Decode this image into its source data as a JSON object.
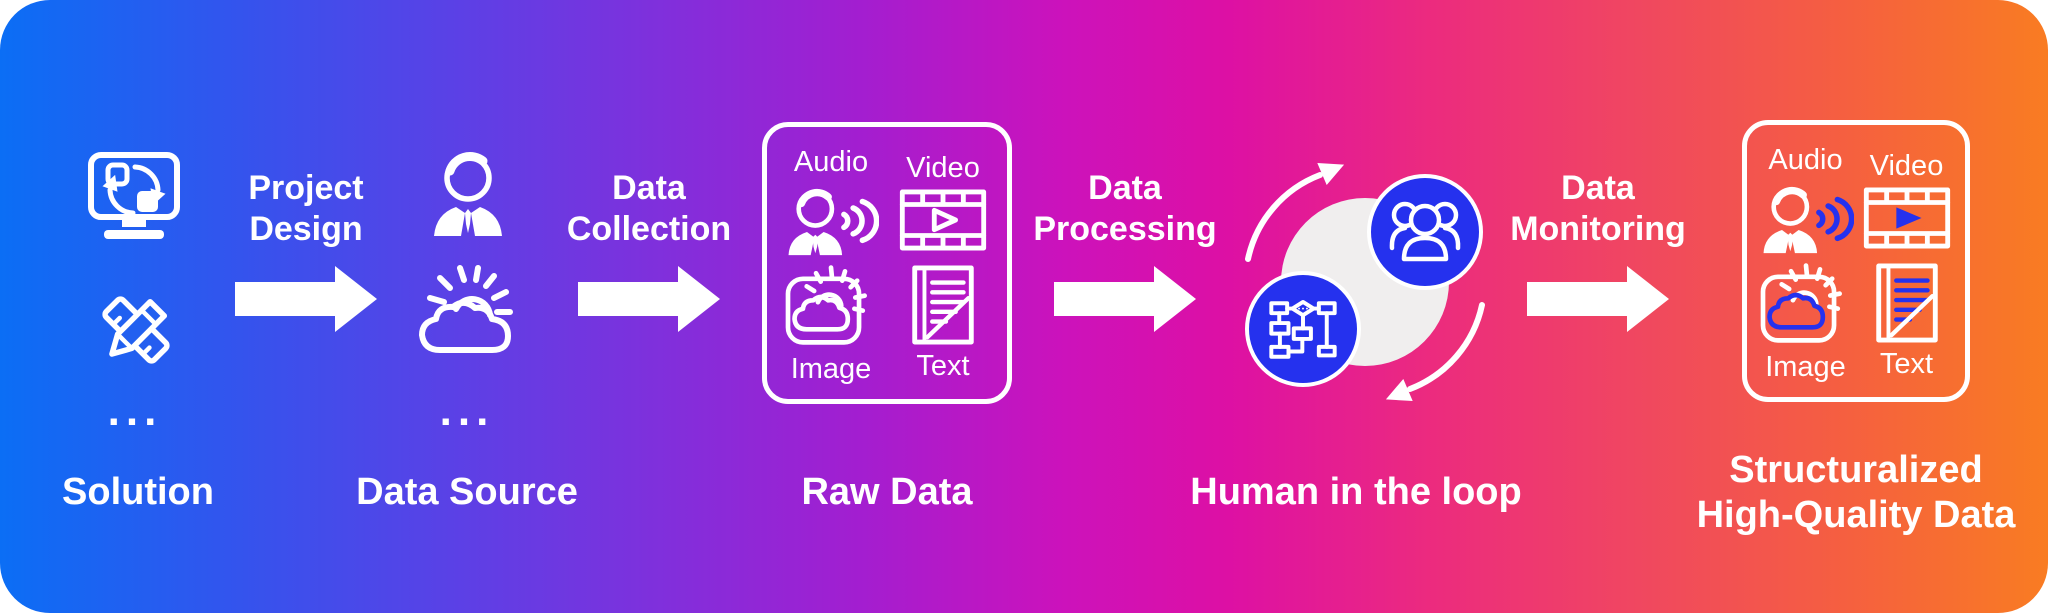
{
  "panel": {
    "accent_blue": "#2531ee",
    "loop_circle_color": "#f0eeee",
    "gradient_stops": [
      "#0b6ef5 0%",
      "#3553ed 12%",
      "#5a41e6 22%",
      "#7f30dc 32%",
      "#a31ed0 42%",
      "#cc12bb 52%",
      "#dd10a4 60%",
      "#ec2b7e 70%",
      "#f04760 80%",
      "#f55f40 90%",
      "#f97c22 100%"
    ],
    "text_color": "#ffffff"
  },
  "stages": {
    "solution": {
      "label": "Solution",
      "ellipsis": "...",
      "icon_names": [
        "monitor-sync-icon",
        "ruler-pencil-icon"
      ]
    },
    "data_source": {
      "label": "Data Source",
      "ellipsis": "...",
      "icon_names": [
        "person-icon",
        "cloud-sun-icon"
      ]
    },
    "raw_data": {
      "label": "Raw Data",
      "items": [
        "Audio",
        "Video",
        "Image",
        "Text"
      ],
      "icon_names": [
        "audio-speaker-person-icon",
        "video-filmstrip-icon",
        "image-cloud-sun-icon",
        "text-document-icon"
      ]
    },
    "human_in_the_loop": {
      "label": "Human in the loop",
      "icon_names": [
        "people-group-icon",
        "flowchart-icon",
        "cycle-arrows-icon"
      ]
    },
    "structuralized": {
      "label_line1": "Structuralized",
      "label_line2": "High-Quality Data",
      "items": [
        "Audio",
        "Video",
        "Image",
        "Text"
      ],
      "icon_names": [
        "audio-speaker-person-icon",
        "video-filmstrip-icon",
        "image-cloud-sun-icon",
        "text-document-icon"
      ]
    }
  },
  "arrows": [
    {
      "line1": "Project",
      "line2": "Design"
    },
    {
      "line1": "Data",
      "line2": "Collection"
    },
    {
      "line1": "Data",
      "line2": "Processing"
    },
    {
      "line1": "Data",
      "line2": "Monitoring"
    }
  ]
}
